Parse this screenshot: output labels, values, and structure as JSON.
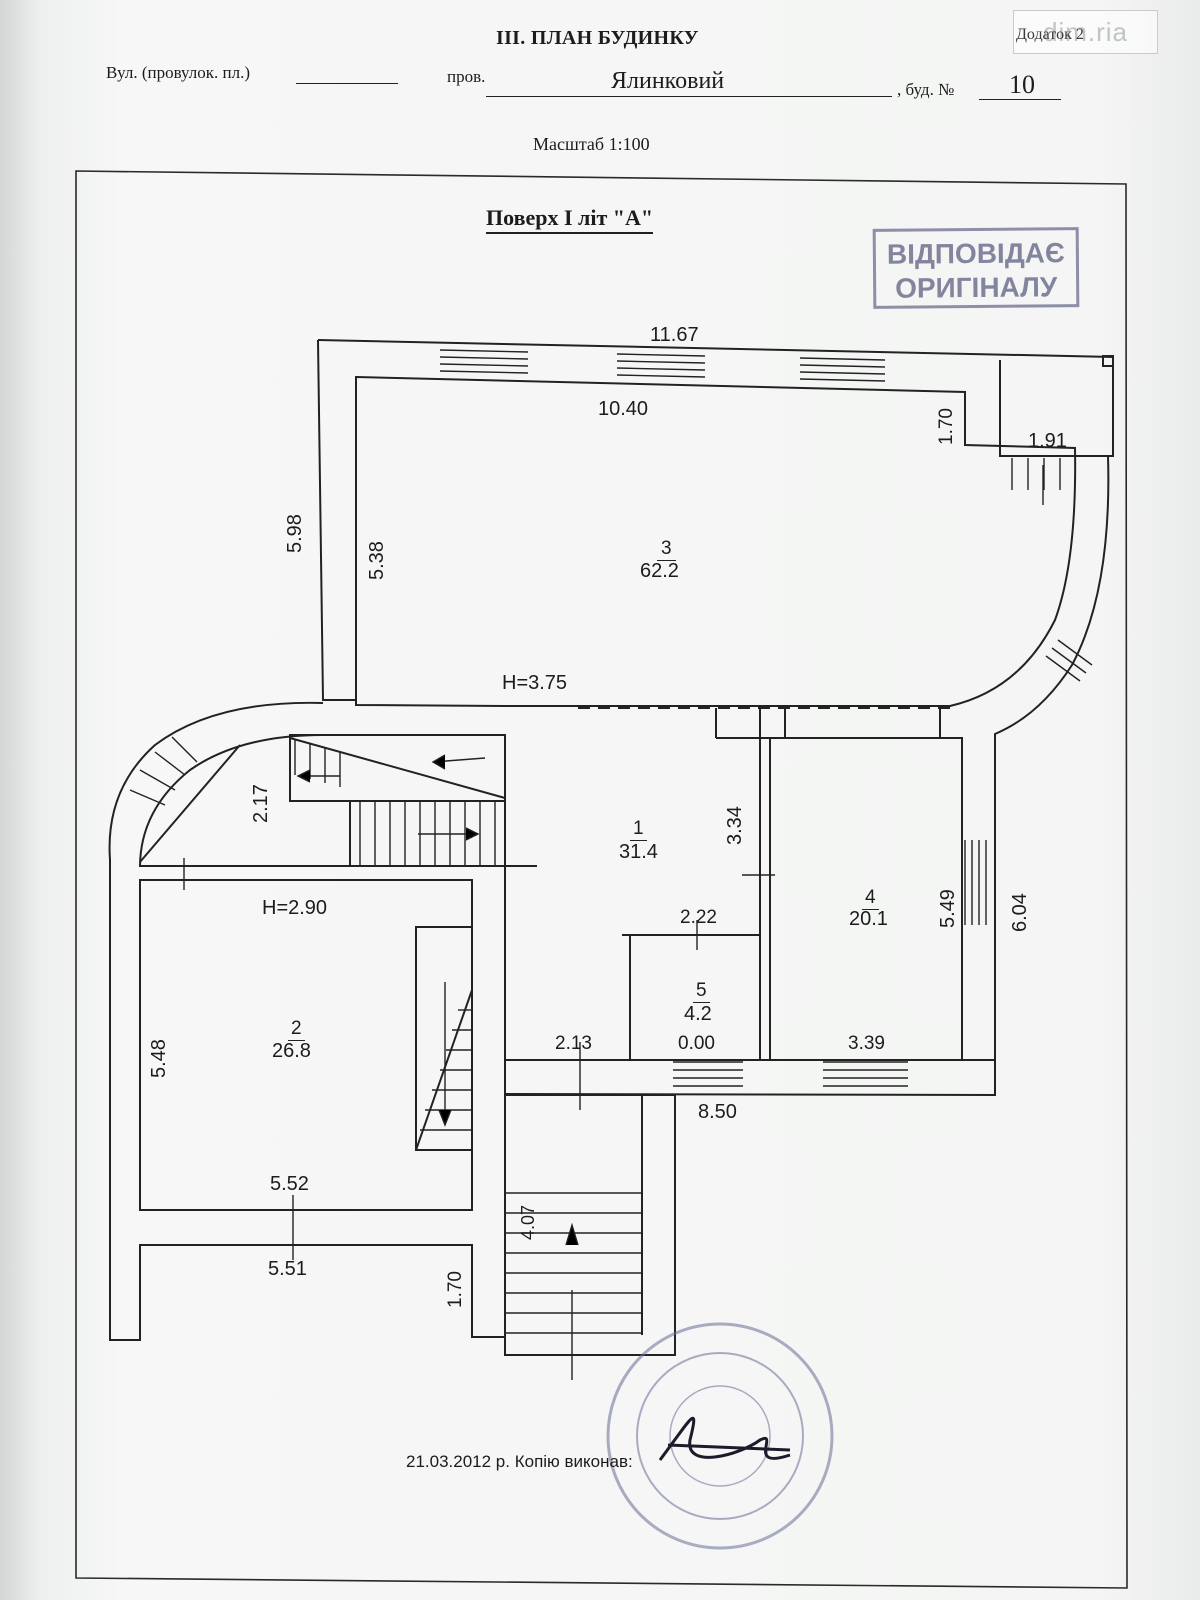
{
  "header": {
    "section_title": "III. ПЛАН БУДИНКУ",
    "appendix_label": "Додаток 2",
    "street_label": "Вул. (провулок. пл.)",
    "lane_label": "пров.",
    "lane_name": "Ялинковий",
    "building_label": ", буд. №",
    "building_number": "10",
    "scale_label": "Масштаб 1:100"
  },
  "watermark": {
    "text": "dim.ria"
  },
  "plan": {
    "floor_title": "Поверх I літ \"А\"",
    "stamp_original": [
      "ВІДПОВІДАЄ",
      "ОРИГІНАЛУ"
    ],
    "dimensions": {
      "top_outer": "11.67",
      "top_inner": "10.40",
      "left_outer": "5.98",
      "left_inner": "5.38",
      "right_corner": "1.70",
      "corner_room": "1.91",
      "stair_height": "2.17",
      "hall_height": "3.34",
      "storage_width": "2.22",
      "room4_height": "5.49",
      "right_outer": "6.04",
      "room2_height": "5.48",
      "room2_bottom_inner": "5.52",
      "room2_bottom_outer": "5.51",
      "porch_height": "1.70",
      "hall_bottom": "2.13",
      "storage_bottom": "0.00",
      "room4_bottom": "3.39",
      "bottom_outer": "8.50",
      "entry_stairs": "4.07"
    },
    "heights": {
      "upper": "H=3.75",
      "lower": "H=2.90"
    },
    "rooms": [
      {
        "number": "3",
        "area": "62.2"
      },
      {
        "number": "1",
        "area": "31.4"
      },
      {
        "number": "4",
        "area": "20.1"
      },
      {
        "number": "5",
        "area": "4.2"
      },
      {
        "number": "2",
        "area": "26.8"
      }
    ]
  },
  "footer": {
    "copy_note": "21.03.2012 р. Копію виконав:"
  }
}
